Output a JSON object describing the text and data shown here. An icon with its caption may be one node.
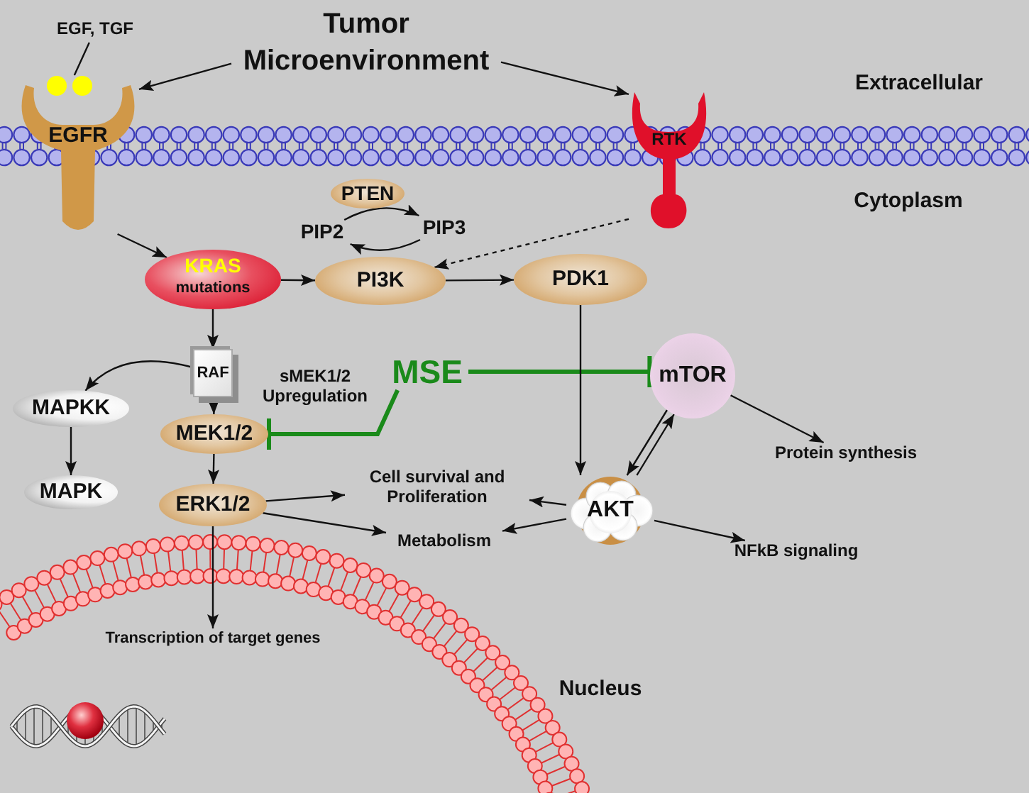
{
  "diagram": {
    "nodes": [
      {
        "text": [
          "Tumor Microenvironment"
        ]
      },
      {
        "text": [
          "EGF, TGF"
        ]
      },
      {
        "text": [],
        "shape": "circle"
      },
      {
        "text": [
          "EGFR"
        ]
      },
      {
        "text": [
          "RTK"
        ]
      },
      {
        "text": [
          "KRAS",
          "mutations"
        ]
      },
      {
        "text": [
          "PTEN"
        ]
      },
      {
        "text": [
          "PIP2"
        ]
      },
      {
        "text": [
          "PIP3"
        ]
      },
      {
        "text": [
          "PI3K"
        ]
      },
      {
        "text": [
          "PDK1"
        ]
      },
      {
        "text": [
          "RAF"
        ]
      },
      {
        "text": [
          "MAPKK"
        ]
      },
      {
        "text": [
          "MAPK"
        ]
      },
      {
        "text": [
          "MSE"
        ]
      },
      {
        "text": [
          "MEK1/2"
        ]
      },
      {
        "text": [
          "mTOR"
        ]
      },
      {
        "text": [
          "ERK1/2"
        ]
      },
      {
        "text": [
          "Cell survival and Proliferation"
        ]
      },
      {
        "text": [
          "Protein synthesis"
        ]
      },
      {
        "text": [
          "AKT"
        ]
      },
      {
        "text": [
          "Metabolism"
        ]
      },
      {
        "text": [
          "NFkB signaling"
        ]
      },
      {
        "text": [
          "Transcription of target genes"
        ]
      }
    ],
    "edges": [
      {
        "from": 0,
        "to": 3,
        "arrow": "to"
      },
      {
        "from": 0,
        "to": 4,
        "arrow": "to"
      },
      {
        "from": 1,
        "to": 2,
        "arrow": "none"
      },
      {
        "from": 3,
        "to": 5,
        "arrow": "to"
      },
      {
        "from": 4,
        "to": 9,
        "arrow": "to",
        "style": "dashed"
      },
      {
        "from": 5,
        "to": 9,
        "arrow": "to"
      },
      {
        "from": 9,
        "to": 10,
        "arrow": "to"
      },
      {
        "from": 7,
        "to": 8,
        "arrow": "to"
      },
      {
        "from": 8,
        "to": 7,
        "arrow": "to"
      },
      {
        "from": 5,
        "to": 11,
        "arrow": "to"
      },
      {
        "from": 11,
        "to": 12,
        "arrow": "to"
      },
      {
        "from": 12,
        "to": 13,
        "arrow": "to"
      },
      {
        "from": 11,
        "to": 15,
        "arrow": "to"
      },
      {
        "from": 15,
        "to": 17,
        "arrow": "to"
      },
      {
        "from": 14,
        "to": 16,
        "arrow": "other",
        "style": "thick",
        "color": "#1a8a1a"
      },
      {
        "from": 14,
        "to": 15,
        "arrow": "other",
        "style": "thick",
        "color": "#1a8a1a"
      },
      {
        "from": 10,
        "to": 20,
        "arrow": "to"
      },
      {
        "from": 20,
        "to": 16,
        "arrow": "to"
      },
      {
        "from": 16,
        "to": 20,
        "arrow": "to"
      },
      {
        "from": 16,
        "to": 19,
        "arrow": "to"
      },
      {
        "from": 17,
        "to": 18,
        "arrow": "to"
      },
      {
        "from": 17,
        "to": 21,
        "arrow": "to"
      },
      {
        "from": 20,
        "to": 18,
        "arrow": "to"
      },
      {
        "from": 20,
        "to": 21,
        "arrow": "to"
      },
      {
        "from": 20,
        "to": 22,
        "arrow": "to"
      },
      {
        "from": 17,
        "to": 23,
        "arrow": "to"
      }
    ],
    "labels": [
      "Extracellular",
      "Cytoplasm",
      "sMEK1/2 Upregulation",
      "Nucleus"
    ]
  }
}
